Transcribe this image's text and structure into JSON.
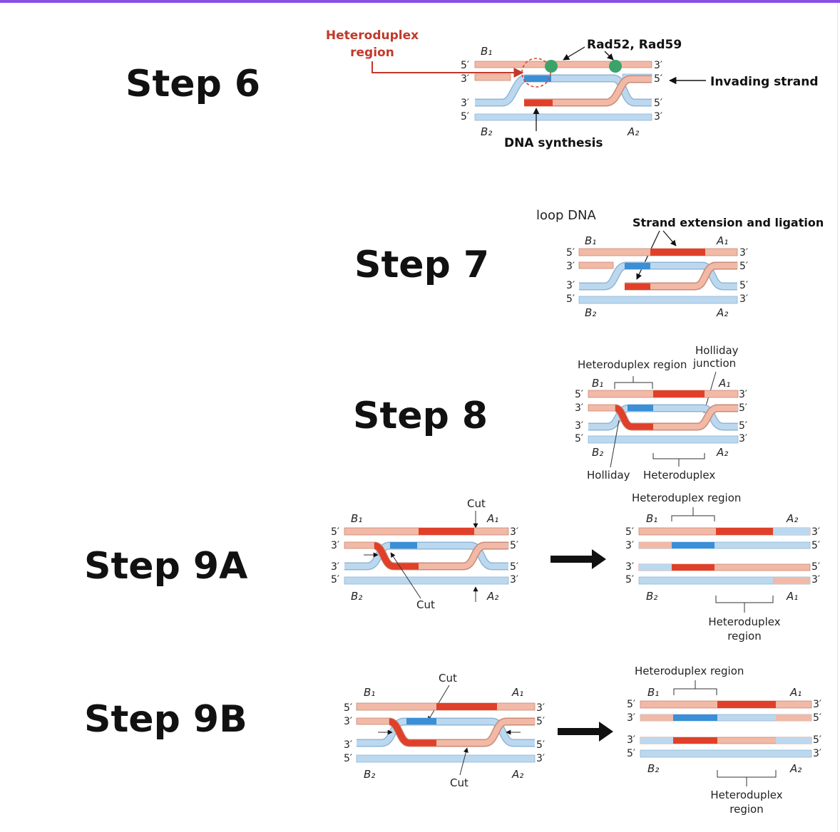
{
  "steps": {
    "s6": "Step 6",
    "s7": "Step 7",
    "s8": "Step 8",
    "s9a": "Step 9A",
    "s9b": "Step 9B"
  },
  "step6": {
    "heteroduplex_line1": "Heteroduplex",
    "heteroduplex_line2": "region",
    "rad": "Rad52, Rad59",
    "invading": "Invading strand",
    "synthesis": "DNA synthesis",
    "b1": "B₁",
    "b2": "B₂",
    "a2": "A₂",
    "e5a": "5′",
    "e3a": "3′",
    "e3b": "3′",
    "e5b": "5′",
    "r3a": "3′",
    "r5a": "5′",
    "r5b": "5′",
    "r3b": "3′"
  },
  "step7": {
    "loop": "loop DNA",
    "extension": "Strand extension and ligation",
    "b1": "B₁",
    "a1": "A₁",
    "b2": "B₂",
    "a2": "A₂",
    "e5a": "5′",
    "e3a": "3′",
    "e3b": "3′",
    "e5b": "5′",
    "r3a": "3′",
    "r5a": "5′",
    "r5b": "5′",
    "r3b": "3′"
  },
  "step8": {
    "holliday_top_1": "Holliday",
    "holliday_top_2": "junction",
    "heteroduplex_top": "Heteroduplex region",
    "holliday_bottom": "Holliday",
    "heteroduplex_bottom": "Heteroduplex",
    "b1": "B₁",
    "a1": "A₁",
    "b2": "B₂",
    "a2": "A₂",
    "e5a": "5′",
    "e3a": "3′",
    "e3b": "3′",
    "e5b": "5′",
    "r3a": "3′",
    "r5a": "5′",
    "r5b": "5′",
    "r3b": "3′"
  },
  "step9a": {
    "cut_top": "Cut",
    "cut_bottom": "Cut",
    "b1": "B₁",
    "a1": "A₁",
    "b2": "B₂",
    "a2": "A₂",
    "e5a": "5′",
    "e3a": "3′",
    "e3b": "3′",
    "e5b": "5′",
    "r3a": "3′",
    "r5a": "5′",
    "r5b": "5′",
    "r3b": "3′",
    "result_hetero_top": "Heteroduplex region",
    "result_b1": "B₁",
    "result_a2": "A₂",
    "result_b2": "B₂",
    "result_a1": "A₁",
    "result_hetero_bottom_1": "Heteroduplex",
    "result_hetero_bottom_2": "region",
    "re5a": "5′",
    "re3a": "3′",
    "re3b": "3′",
    "re5b": "5′",
    "rr3a": "3′",
    "rr5a": "5′",
    "rr5b": "5′",
    "rr3b": "3′"
  },
  "step9b": {
    "cut_top": "Cut",
    "cut_bottom": "Cut",
    "b1": "B₁",
    "a1": "A₁",
    "b2": "B₂",
    "a2": "A₂",
    "e5a": "5′",
    "e3a": "3′",
    "e3b": "3′",
    "e5b": "5′",
    "r3a": "3′",
    "r5a": "5′",
    "r5b": "5′",
    "r3b": "3′",
    "result_hetero_top": "Heteroduplex region",
    "result_b1": "B₁",
    "result_a1": "A₁",
    "result_b2": "B₂",
    "result_a2": "A₂",
    "result_hetero_bottom_1": "Heteroduplex",
    "result_hetero_bottom_2": "region",
    "re5a": "5′",
    "re3a": "3′",
    "re3b": "3′",
    "re5b": "5′",
    "rr3a": "3′",
    "rr5a": "5′",
    "rr5b": "5′",
    "rr3b": "3′"
  },
  "colors": {
    "pink": "#f1b9a6",
    "blue": "#bcd8ef",
    "red": "#e0402a",
    "darkblue": "#3a8fd6",
    "green": "#3aa36a",
    "accent": "#8a4fe6"
  }
}
